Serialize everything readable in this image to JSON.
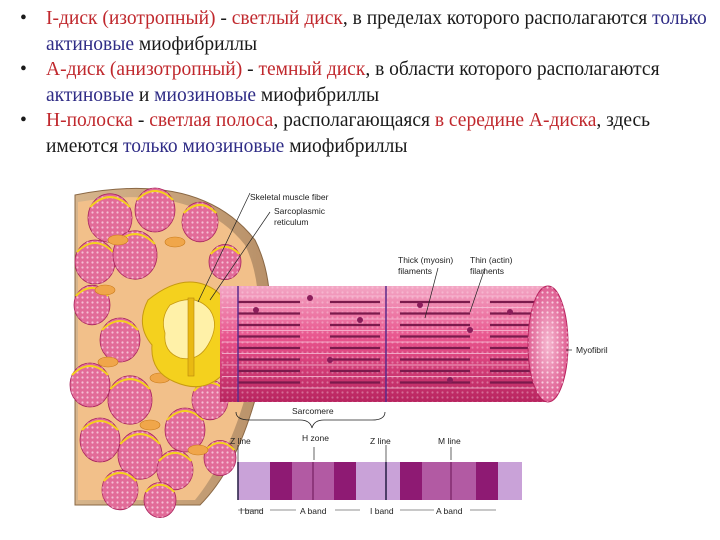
{
  "bullets": [
    {
      "term": "I-диск (изотропный)",
      "parts": [
        {
          "text": " - ",
          "color": "dark"
        },
        {
          "text": "светлый диск",
          "color": "red"
        },
        {
          "text": ", в пределах которого располагаются ",
          "color": "dark"
        },
        {
          "text": "только актиновые",
          "color": "blue"
        },
        {
          "text": " миофибриллы",
          "color": "dark"
        }
      ]
    },
    {
      "term": "А-диск (анизотропный)",
      "parts": [
        {
          "text": " - ",
          "color": "dark"
        },
        {
          "text": "темный диск",
          "color": "red"
        },
        {
          "text": ", в области которого располагаются ",
          "color": "dark"
        },
        {
          "text": "актиновые",
          "color": "blue"
        },
        {
          "text": " и ",
          "color": "dark"
        },
        {
          "text": "миозиновые",
          "color": "blue"
        },
        {
          "text": " миофибриллы",
          "color": "dark"
        }
      ]
    },
    {
      "term": "Н-полоска",
      "parts": [
        {
          "text": " - ",
          "color": "dark"
        },
        {
          "text": "светлая полоса",
          "color": "red"
        },
        {
          "text": ", располагающаяся ",
          "color": "dark"
        },
        {
          "text": "в середине А-диска",
          "color": "red"
        },
        {
          "text": ", здесь имеются ",
          "color": "dark"
        },
        {
          "text": "только миозиновые",
          "color": "blue"
        },
        {
          "text": " миофибриллы",
          "color": "dark"
        }
      ]
    }
  ],
  "figure": {
    "skeletal_muscle_fiber": "Skeletal muscle fiber",
    "sarcoplasmic_1": "Sarcoplasmic",
    "sarcoplasmic_2": "reticulum",
    "thick_1": "Thick (myosin)",
    "thick_2": "filaments",
    "thin_1": "Thin (actin)",
    "thin_2": "filaments",
    "myofibril": "Myofibril",
    "sarcomere": "Sarcomere",
    "z_line_1": "Z line",
    "h_zone": "H zone",
    "z_line_2": "Z line",
    "m_line": "M line",
    "i_band_1": "I band",
    "a_band_1": "A band",
    "i_band_2": "I band",
    "a_band_2": "A band"
  },
  "colors": {
    "red": "#c0282d",
    "blue": "#2f2c86",
    "dark": "#1a1a1a",
    "myofibril_pink": "#e8538c",
    "sr_yellow": "#f4d11e",
    "band_dark": "#8e1a73",
    "band_light": "#c9a2d8"
  }
}
